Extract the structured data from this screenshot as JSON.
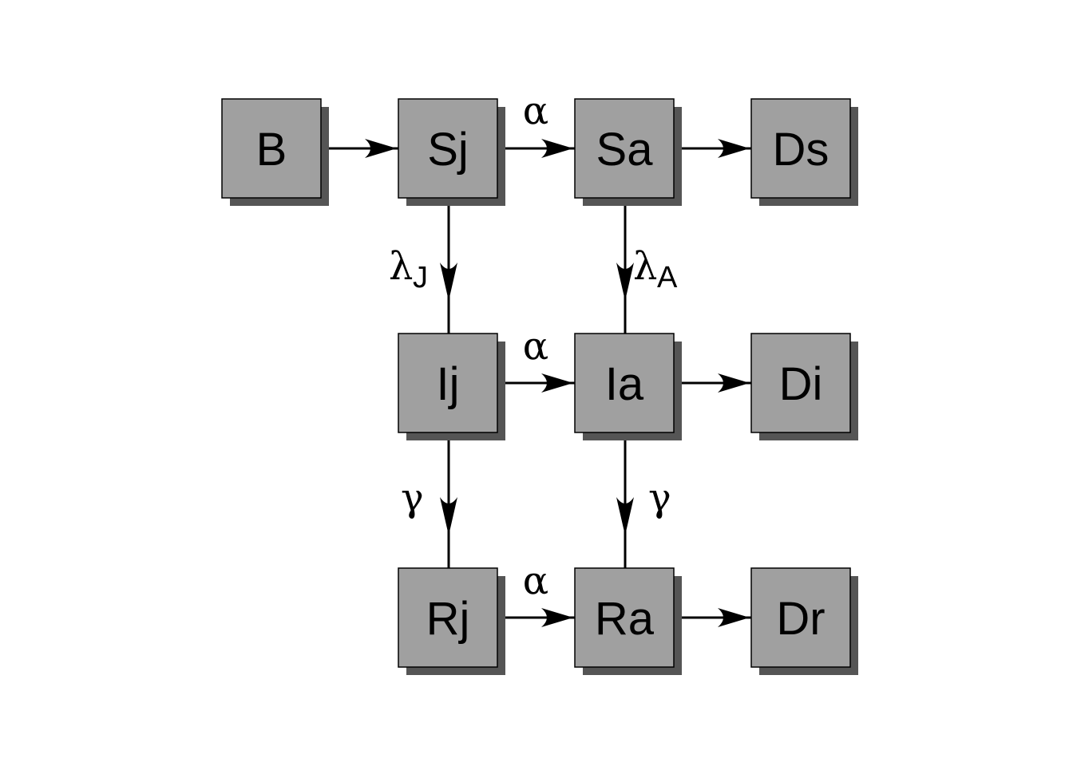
{
  "colors": {
    "box_fill": "#a0a0a0",
    "box_shadow": "#555555",
    "box_stroke": "#000000",
    "edge": "#000000",
    "background": "#ffffff"
  },
  "nodes": [
    {
      "id": "B",
      "label": "B"
    },
    {
      "id": "Sj",
      "label": "Sj"
    },
    {
      "id": "Sa",
      "label": "Sa"
    },
    {
      "id": "Ds",
      "label": "Ds"
    },
    {
      "id": "Ij",
      "label": "Ij"
    },
    {
      "id": "Ia",
      "label": "Ia"
    },
    {
      "id": "Di",
      "label": "Di"
    },
    {
      "id": "Rj",
      "label": "Rj"
    },
    {
      "id": "Ra",
      "label": "Ra"
    },
    {
      "id": "Dr",
      "label": "Dr"
    }
  ],
  "edges": [
    {
      "from": "B",
      "to": "Sj",
      "symbol": "",
      "subscript": ""
    },
    {
      "from": "Sj",
      "to": "Sa",
      "symbol": "α",
      "subscript": ""
    },
    {
      "from": "Sa",
      "to": "Ds",
      "symbol": "",
      "subscript": ""
    },
    {
      "from": "Sj",
      "to": "Ij",
      "symbol": "λ",
      "subscript": "J"
    },
    {
      "from": "Sa",
      "to": "Ia",
      "symbol": "λ",
      "subscript": "A"
    },
    {
      "from": "Ij",
      "to": "Ia",
      "symbol": "α",
      "subscript": ""
    },
    {
      "from": "Ia",
      "to": "Di",
      "symbol": "",
      "subscript": ""
    },
    {
      "from": "Ij",
      "to": "Rj",
      "symbol": "γ",
      "subscript": ""
    },
    {
      "from": "Ia",
      "to": "Ra",
      "symbol": "γ",
      "subscript": ""
    },
    {
      "from": "Rj",
      "to": "Ra",
      "symbol": "α",
      "subscript": ""
    },
    {
      "from": "Ra",
      "to": "Dr",
      "symbol": "",
      "subscript": ""
    }
  ]
}
